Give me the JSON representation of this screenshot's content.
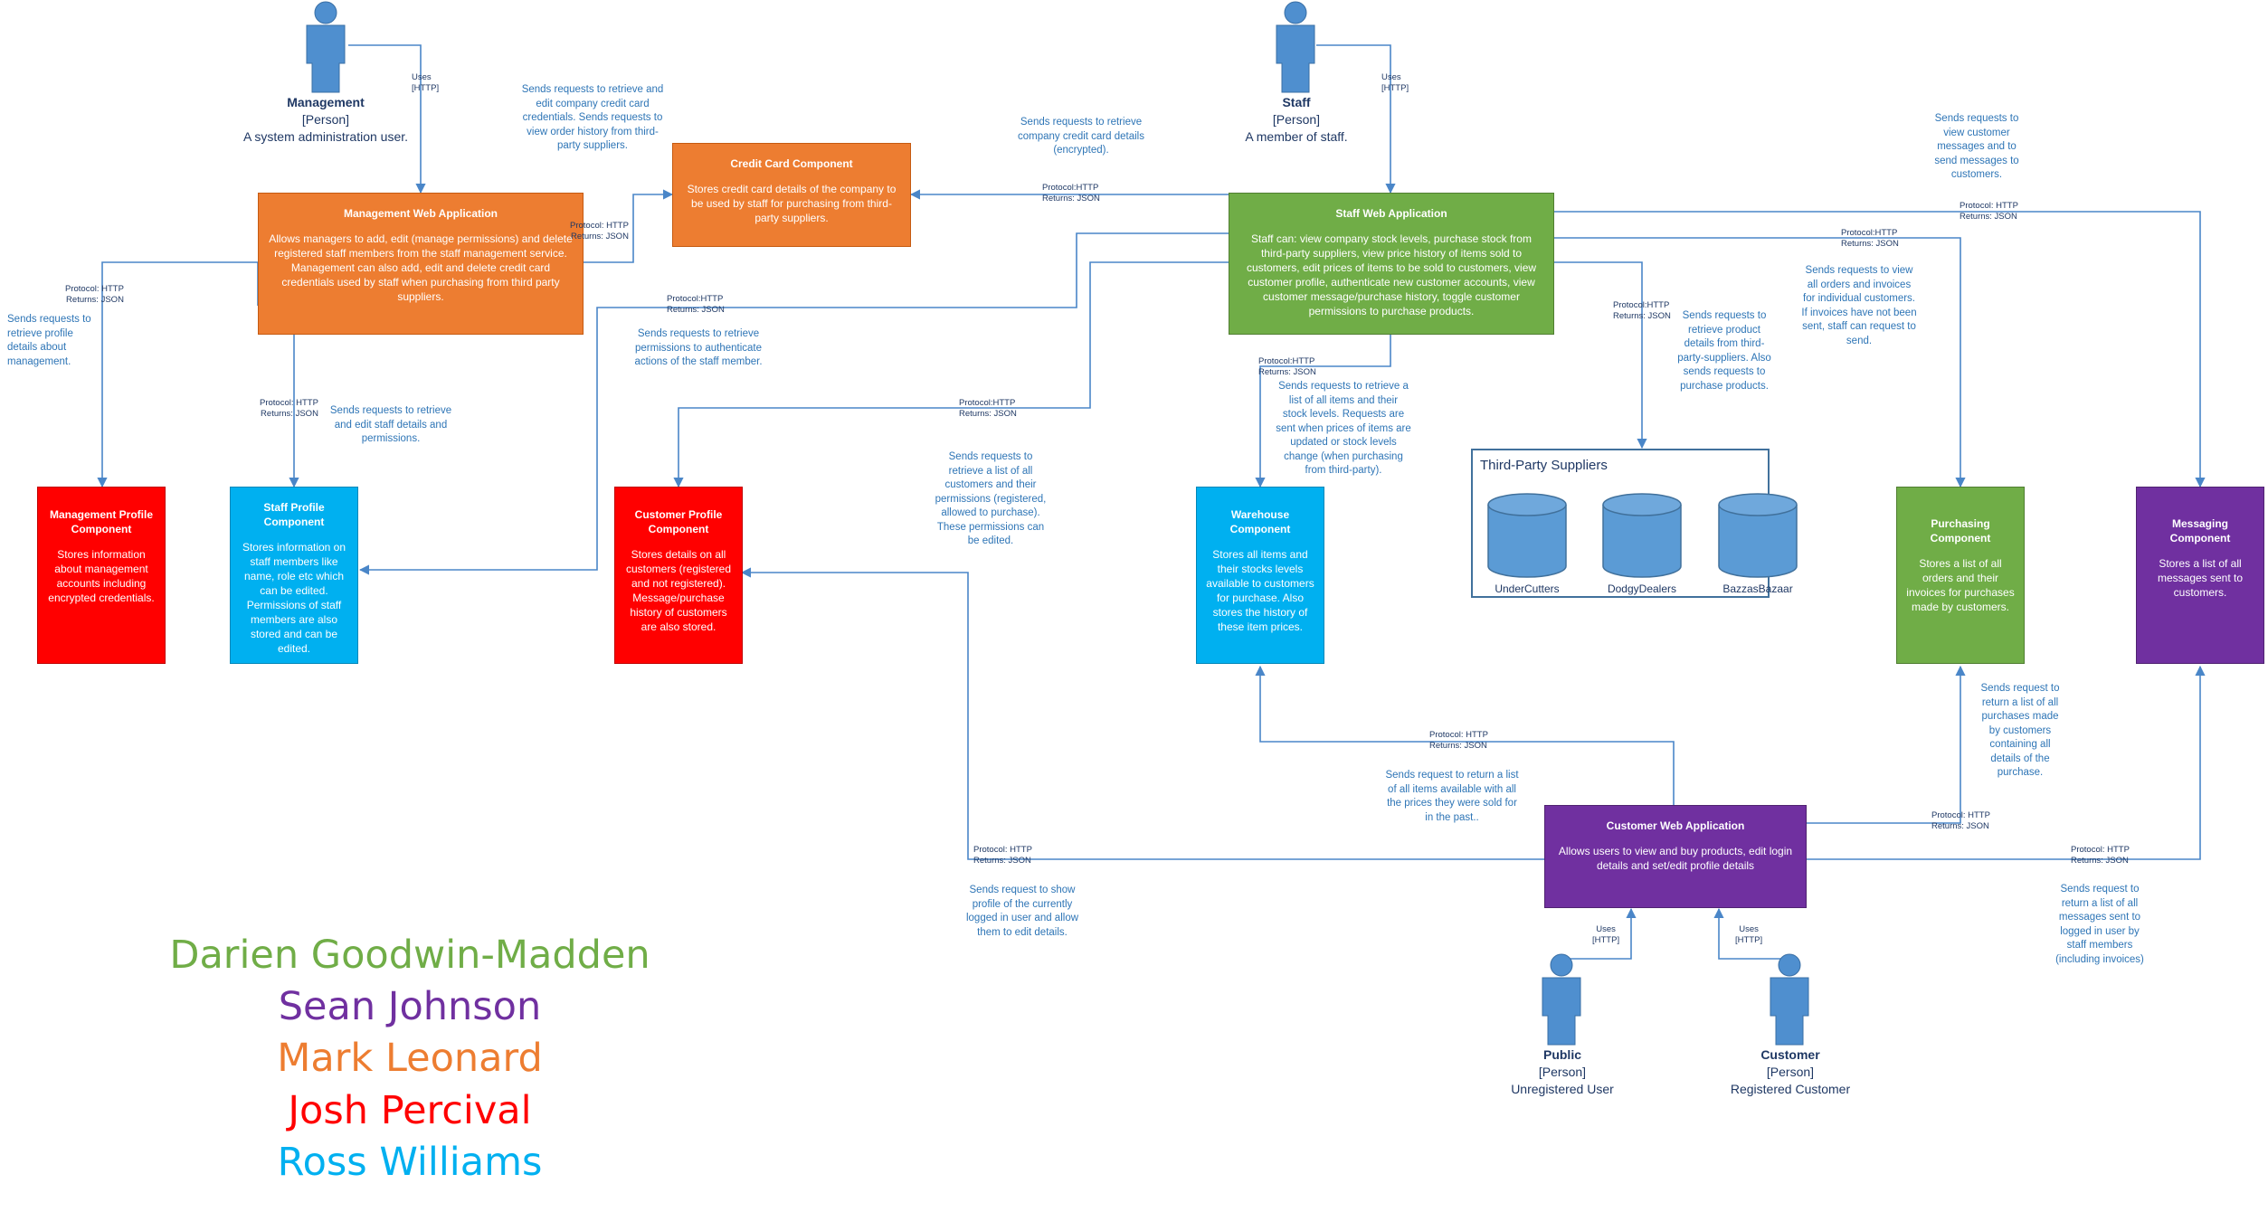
{
  "colors": {
    "orange": "#ed7d31",
    "green": "#70ad47",
    "red": "#ff0000",
    "blue": "#00b0f0",
    "purple": "#7030a0",
    "person_blue": "#4f8fcf",
    "line_blue": "#4a86c8",
    "note_blue": "#2e75b6",
    "dark_text": "#1f3864"
  },
  "people": {
    "management": {
      "name": "Management",
      "type": "[Person]",
      "desc": "A system administration user.",
      "uses": "Uses\n[HTTP]"
    },
    "staff": {
      "name": "Staff",
      "type": "[Person]",
      "desc": "A member of staff.",
      "uses": "Uses\n[HTTP]"
    },
    "public": {
      "name": "Public",
      "type": "[Person]",
      "desc": "Unregistered User",
      "uses": "Uses\n[HTTP]"
    },
    "customer": {
      "name": "Customer",
      "type": "[Person]",
      "desc": "Registered Customer",
      "uses": "Uses\n[HTTP]"
    }
  },
  "boxes": {
    "mgmt_web": {
      "title": "Management Web Application",
      "desc": "Allows managers to add, edit (manage permissions) and delete registered staff members from the staff management service. Management can also add, edit and delete credit card credentials used by staff when purchasing from third party suppliers."
    },
    "credit_card": {
      "title": "Credit Card Component",
      "desc": "Stores credit card details of the company to be used by staff for purchasing from third-party suppliers."
    },
    "staff_web": {
      "title": "Staff Web Application",
      "desc": "Staff can: view company stock levels, purchase stock from third-party suppliers, view price history of items sold to customers, edit prices of items to be sold to customers, view customer profile, authenticate new customer accounts, view customer message/purchase history, toggle customer permissions to purchase products."
    },
    "mgmt_profile": {
      "title": "Management Profile Component",
      "desc": "Stores information about management accounts including encrypted credentials."
    },
    "staff_profile": {
      "title": "Staff Profile Component",
      "desc": "Stores information on staff members like name, role etc which can be edited. Permissions of staff members are also stored and can be edited."
    },
    "customer_profile": {
      "title": "Customer Profile Component",
      "desc": "Stores details on all customers (registered and not registered). Message/purchase history of customers are also stored."
    },
    "warehouse": {
      "title": "Warehouse Component",
      "desc": "Stores all items and their stocks levels available to customers for purchase. Also stores the history of these item prices."
    },
    "purchasing": {
      "title": "Purchasing Component",
      "desc": "Stores a list of all orders and their invoices for purchases made by customers."
    },
    "messaging": {
      "title": "Messaging Component",
      "desc": "Stores a list of all messages sent to customers."
    },
    "customer_web": {
      "title": "Customer Web Application",
      "desc": "Allows users to view and buy products, edit login details and set/edit profile details"
    }
  },
  "suppliers": {
    "title": "Third-Party Suppliers",
    "items": [
      "UnderCutters",
      "DodgyDealers",
      "BazzasBazaar"
    ]
  },
  "protocol": "Protocol: HTTP\nReturns: JSON",
  "protocol_nospace": "Protocol:HTTP\nReturns: JSON",
  "notes": {
    "n_credit_mgmt": "Sends requests to retrieve and edit company credit card credentials. Sends requests to view order history from third-party suppliers.",
    "n_credit_staff": "Sends requests to retrieve company credit card details (encrypted).",
    "n_messages_staff": "Sends requests to view customer messages and to send messages to customers.",
    "n_mgmt_profile": "Sends requests to retrieve profile details about management.",
    "n_staff_profile": "Sends requests to retrieve and edit staff details and permissions.",
    "n_auth": "Sends requests to retrieve permissions to authenticate actions of the staff member.",
    "n_cust_list": "Sends requests to retrieve a list of all customers and their permissions (registered, allowed to purchase). These permissions can be edited.",
    "n_warehouse": "Sends requests to retrieve a list of all items and their stock levels. Requests are sent when prices of items are updated or stock levels change (when purchasing from third-party).",
    "n_suppliers": "Sends requests to retrieve product details from third-party-suppliers. Also sends requests to purchase products.",
    "n_orders": "Sends requests to view all orders and invoices for individual customers. If invoices have not been sent, staff can request to send.",
    "n_items_prices": "Sends request to return a list of all items available with all the prices they were sold for in the past..",
    "n_purchases": "Sends request to return a list of all purchases made by customers containing all details of the purchase.",
    "n_show_profile": "Sends request to show profile of the currently logged in user and allow them to edit details.",
    "n_msgs_customer": "Sends request to return a list of all messages sent to logged in user by staff members (including invoices)"
  },
  "authors": [
    {
      "name": "Darien Goodwin-Madden",
      "color": "#70ad47"
    },
    {
      "name": "Sean Johnson",
      "color": "#7030a0"
    },
    {
      "name": "Mark Leonard",
      "color": "#ed7d31"
    },
    {
      "name": "Josh Percival",
      "color": "#ff0000"
    },
    {
      "name": "Ross Williams",
      "color": "#00b0f0"
    }
  ]
}
